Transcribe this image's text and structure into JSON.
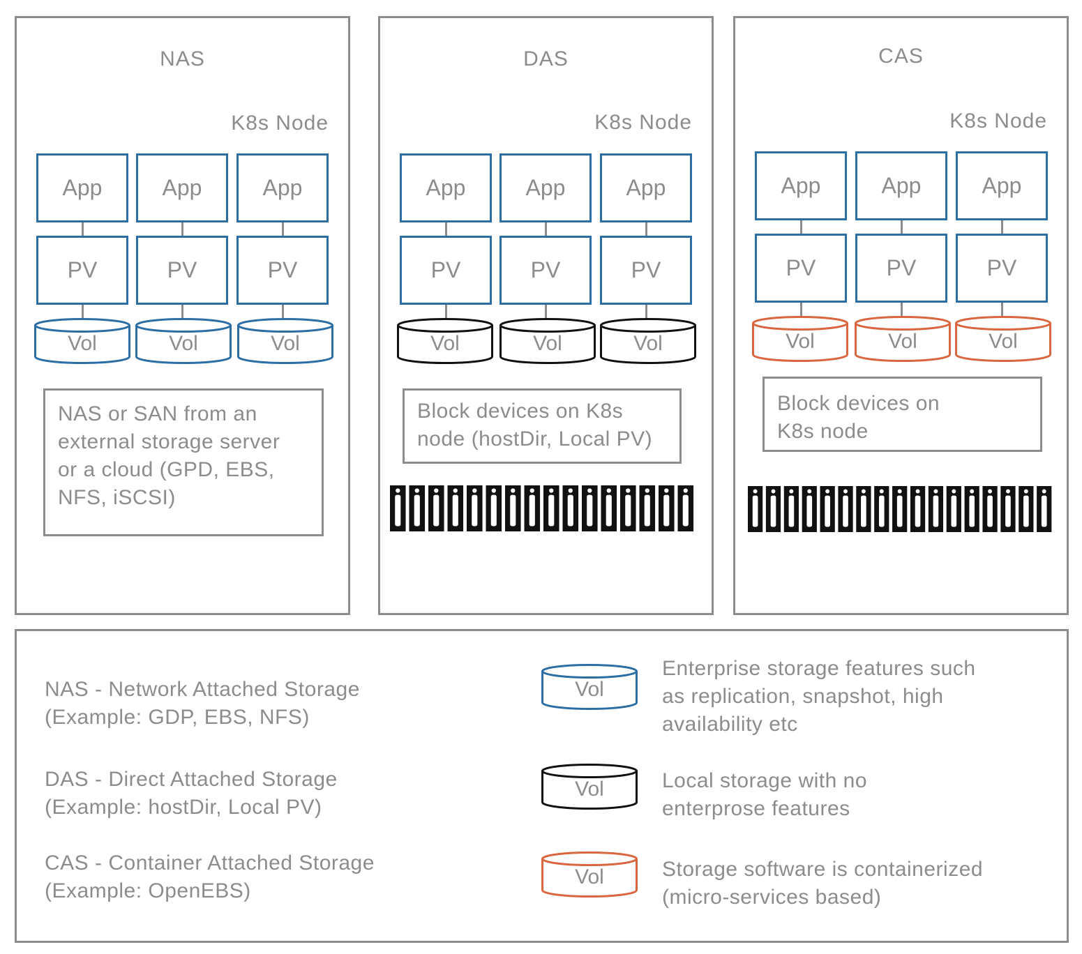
{
  "colors": {
    "enterprise": "#2b6ea6",
    "local": "#111111",
    "containerized": "#d9663f",
    "frame": "#8c8c8c",
    "text": "#8c8c8c"
  },
  "panels": [
    {
      "title": "NAS",
      "node_label": "K8s Node",
      "app_label": "App",
      "pv_label": "PV",
      "vol_label": "Vol",
      "volume_style": "enterprise",
      "storage_lines": [
        "NAS or SAN from an",
        "external storage server",
        "or a cloud (GPD, EBS,",
        "NFS, iSCSI)"
      ],
      "has_disk_rack": false
    },
    {
      "title": "DAS",
      "node_label": "K8s Node",
      "app_label": "App",
      "pv_label": "PV",
      "vol_label": "Vol",
      "volume_style": "local",
      "storage_lines": [
        "Block devices on K8s",
        "node (hostDir, Local PV)"
      ],
      "has_disk_rack": true
    },
    {
      "title": "CAS",
      "node_label": "K8s Node",
      "app_label": "App",
      "pv_label": "PV",
      "vol_label": "Vol",
      "volume_style": "containerized",
      "storage_lines": [
        "Block devices on",
        "K8s node"
      ],
      "has_disk_rack": true
    }
  ],
  "legend": {
    "definitions": [
      {
        "lines": [
          "NAS - Network Attached Storage",
          "(Example: GDP, EBS, NFS)"
        ]
      },
      {
        "lines": [
          "DAS - Direct Attached Storage",
          "(Example: hostDir, Local PV)"
        ]
      },
      {
        "lines": [
          "CAS - Container Attached Storage",
          "(Example: OpenEBS)"
        ]
      }
    ],
    "volume_types": [
      {
        "vol_label": "Vol",
        "style": "enterprise",
        "lines": [
          "Enterprise storage features such",
          "as replication, snapshot, high",
          "availability etc"
        ]
      },
      {
        "vol_label": "Vol",
        "style": "local",
        "lines": [
          "Local storage with no",
          "enterprose features"
        ]
      },
      {
        "vol_label": "Vol",
        "style": "containerized",
        "lines": [
          "Storage software is containerized",
          "(micro-services based)"
        ]
      }
    ]
  }
}
